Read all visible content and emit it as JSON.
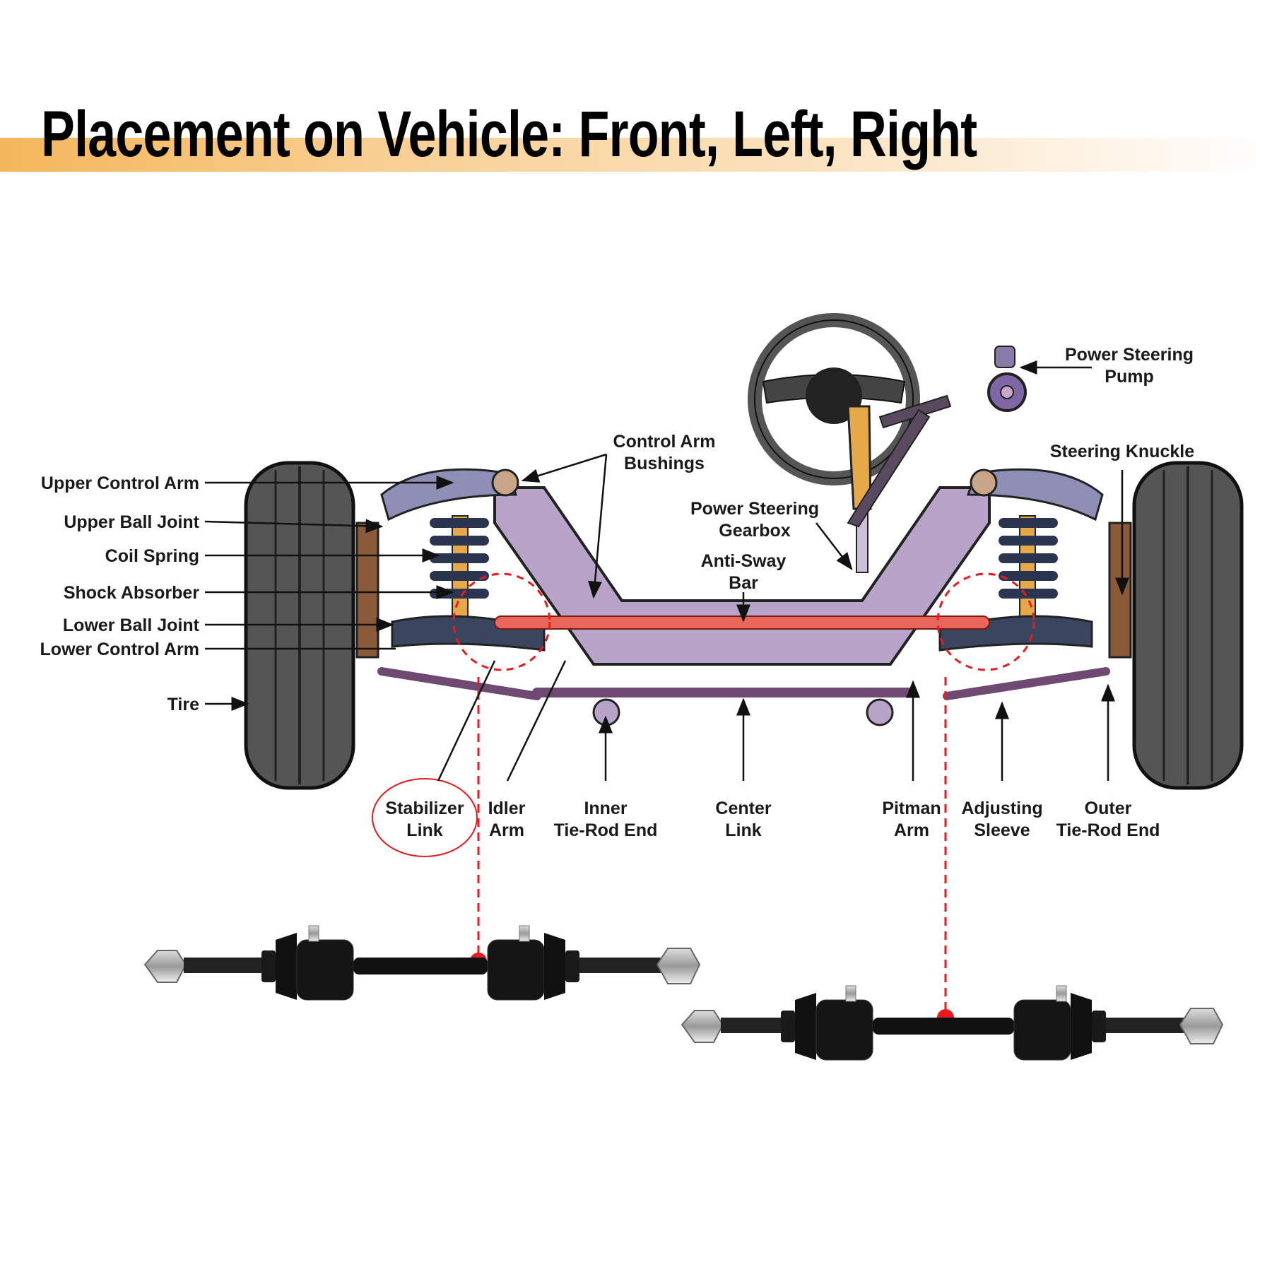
{
  "title": "Placement on Vehicle: Front, Left, Right",
  "colors": {
    "banner_start": "#f4b65a",
    "highlight_red": "#e8191f",
    "frame_purple": "#b7a4c8",
    "anti_sway_bar": "#e8675a",
    "tire_gray": "#555555",
    "steering_column": "#e6a94a"
  },
  "labels": {
    "upper_control_arm": "Upper Control Arm",
    "upper_ball_joint": "Upper Ball Joint",
    "coil_spring": "Coil Spring",
    "shock_absorber": "Shock Absorber",
    "lower_ball_joint": "Lower Ball Joint",
    "lower_control_arm": "Lower Control Arm",
    "tire": "Tire",
    "control_arm_bushings_1": "Control Arm",
    "control_arm_bushings_2": "Bushings",
    "power_steering_gearbox_1": "Power Steering",
    "power_steering_gearbox_2": "Gearbox",
    "anti_sway_bar_1": "Anti-Sway",
    "anti_sway_bar_2": "Bar",
    "power_steering_pump_1": "Power Steering",
    "power_steering_pump_2": "Pump",
    "steering_knuckle": "Steering Knuckle",
    "stabilizer_link_1": "Stabilizer",
    "stabilizer_link_2": "Link",
    "idler_arm_1": "Idler",
    "idler_arm_2": "Arm",
    "inner_tie_rod_1": "Inner",
    "inner_tie_rod_2": "Tie-Rod End",
    "center_link_1": "Center",
    "center_link_2": "Link",
    "pitman_arm_1": "Pitman",
    "pitman_arm_2": "Arm",
    "adjusting_sleeve_1": "Adjusting",
    "adjusting_sleeve_2": "Sleeve",
    "outer_tie_rod_1": "Outer",
    "outer_tie_rod_2": "Tie-Rod End"
  },
  "highlighted_part": "Stabilizer Link",
  "product_images": [
    "stabilizer-link-left",
    "stabilizer-link-right"
  ]
}
